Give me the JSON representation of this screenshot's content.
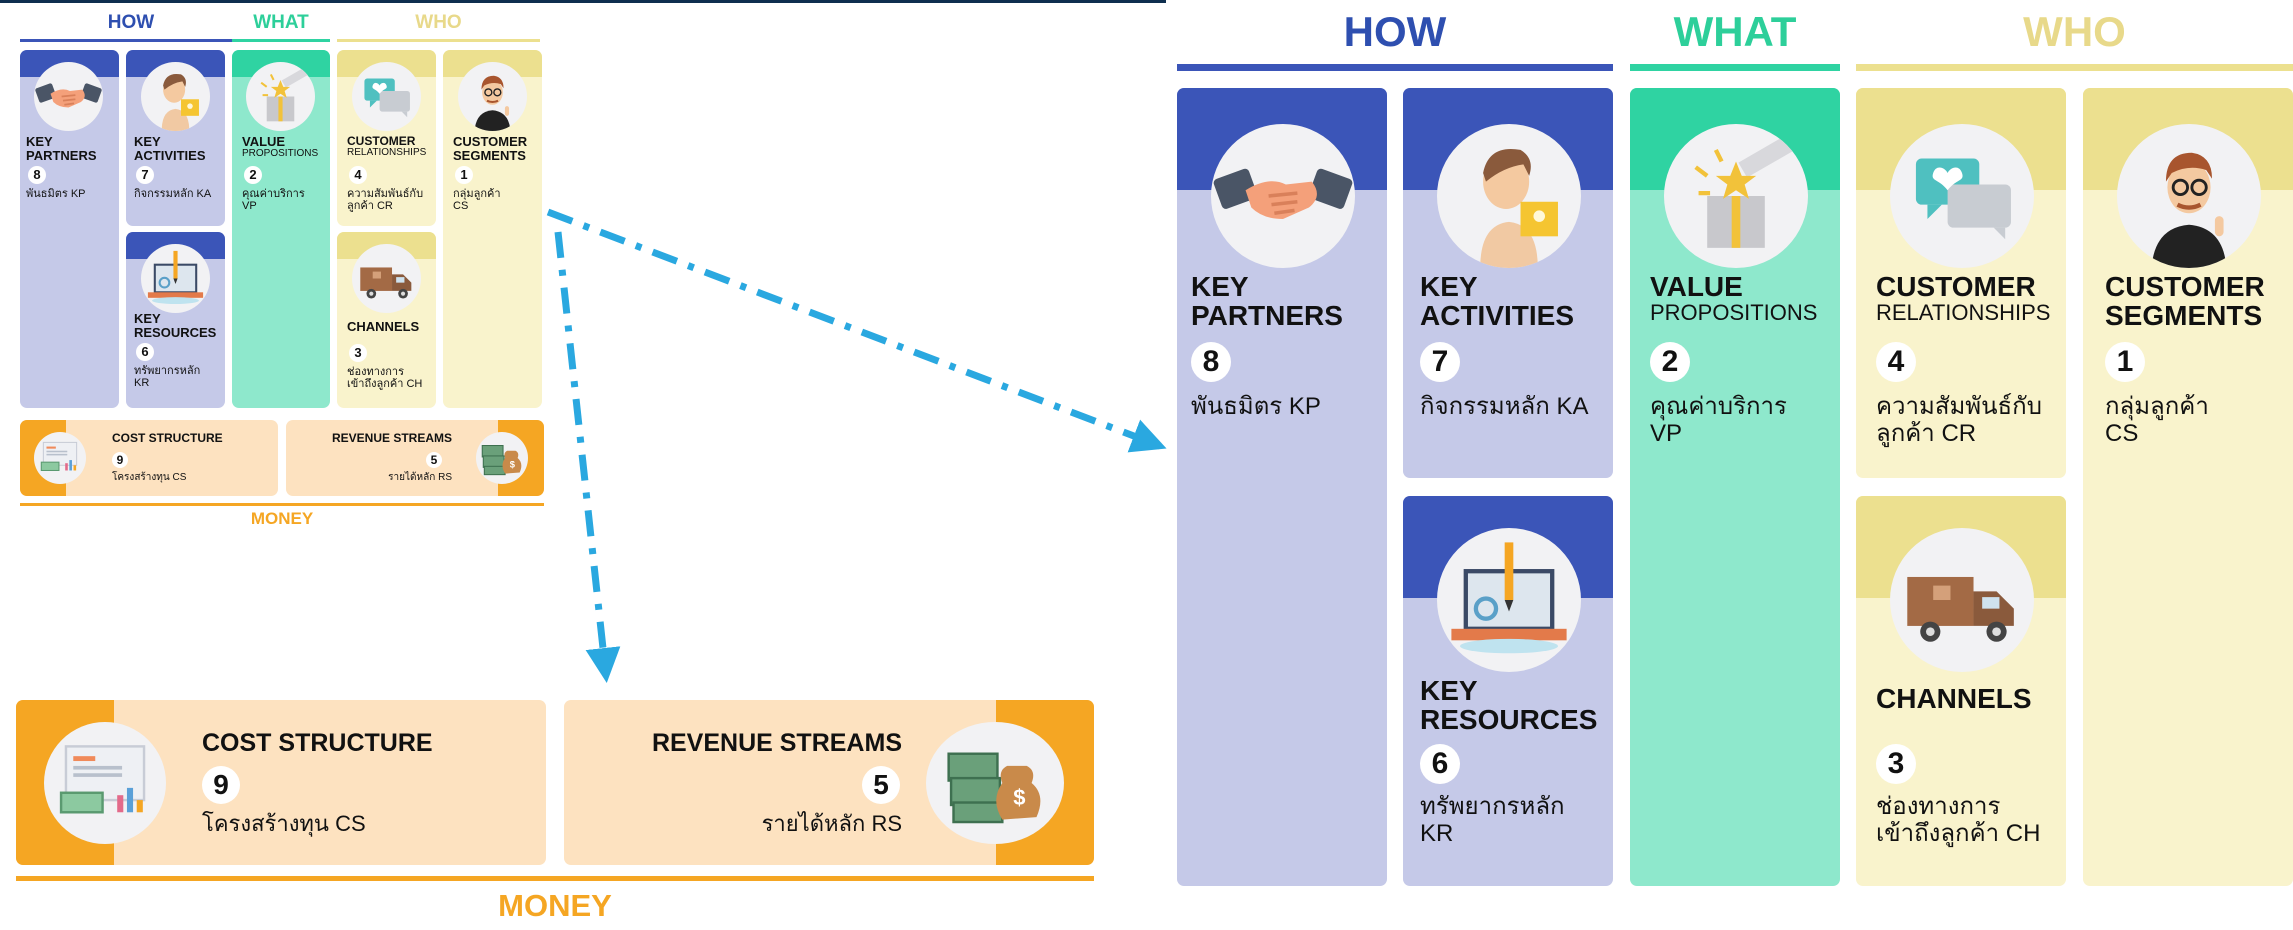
{
  "headers": {
    "how": "HOW",
    "what": "WHAT",
    "who": "WHO",
    "money": "MONEY"
  },
  "blocks": {
    "kp": {
      "title1": "KEY",
      "title2": "PARTNERS",
      "number": "8",
      "thai": "พันธมิตร KP"
    },
    "ka": {
      "title1": "KEY",
      "title2": "ACTIVITIES",
      "number": "7",
      "thai": "กิจกรรมหลัก KA"
    },
    "kr": {
      "title1": "KEY",
      "title2": "RESOURCES",
      "number": "6",
      "thai1": "ทรัพยากรหลัก",
      "thai2": "KR"
    },
    "vp": {
      "title1": "VALUE",
      "title2": "PROPOSITIONS",
      "number": "2",
      "thai1": "คุณค่าบริการ",
      "thai2": "VP"
    },
    "cr": {
      "title1": "CUSTOMER",
      "title2": "RELATIONSHIPS",
      "number": "4",
      "thai1": "ความสัมพันธ์กับ",
      "thai2": "ลูกค้า CR"
    },
    "ch": {
      "title": "CHANNELS",
      "number": "3",
      "thai1": "ช่องทางการ",
      "thai2": "เข้าถึงลูกค้า CH"
    },
    "cs": {
      "title1": "CUSTOMER",
      "title2": "SEGMENTS",
      "number": "1",
      "thai1": "กลุ่มลูกค้า",
      "thai2": "CS"
    },
    "cost": {
      "title": "COST STRUCTURE",
      "number": "9",
      "thai": "โครงสร้างทุน CS"
    },
    "rev": {
      "title": "REVENUE STREAMS",
      "number": "5",
      "thai": "รายได้หลัก RS"
    }
  },
  "colors": {
    "how": "#3b55b8",
    "what": "#2fd3a2",
    "who": "#ece08f",
    "money": "#f5a623",
    "arrow": "#2aa8e0"
  }
}
